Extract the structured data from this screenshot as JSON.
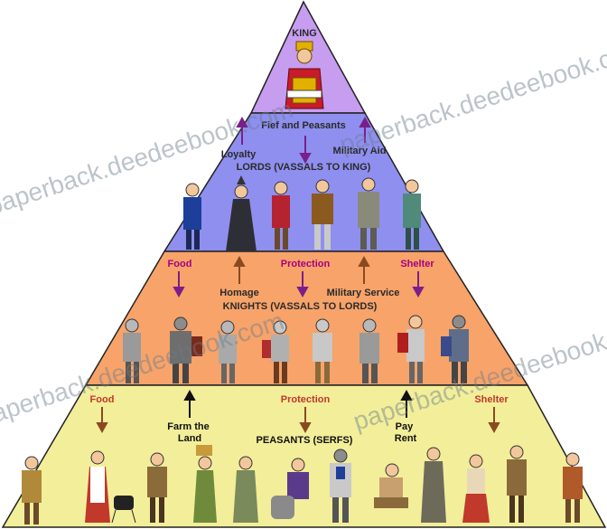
{
  "diagram": {
    "colors": {
      "king_tier": "#c79df0",
      "lords_tier": "#8f8ff0",
      "knights_tier": "#f7a36a",
      "peasants_tier": "#f3ee9a",
      "outline": "#222222",
      "label_dark": "#2a2a2a",
      "label_magenta": "#a8007e",
      "label_red_orange": "#c0392b",
      "arrow_purple": "#7a1f8a",
      "arrow_brown": "#8a4a20",
      "arrow_black": "#111111",
      "watermark": "#6a7d8a"
    },
    "tiers": {
      "king": {
        "title": "KING"
      },
      "lords": {
        "title": "LORDS (VASSALS TO KING)",
        "up_label": "Fief and Peasants",
        "left_label": "Loyalty",
        "right_label": "Military Aid"
      },
      "knights": {
        "title": "KNIGHTS (VASSALS TO LORDS)",
        "label_food": "Food",
        "label_protection": "Protection",
        "label_shelter": "Shelter",
        "label_homage": "Homage",
        "label_military_service": "Military Service"
      },
      "peasants": {
        "title": "PEASANTS (SERFS)",
        "label_food": "Food",
        "label_protection": "Protection",
        "label_shelter": "Shelter",
        "label_farm": "Farm the Land",
        "label_pay": "Pay Rent"
      }
    },
    "watermark": "paperback.deedeebook.com"
  }
}
